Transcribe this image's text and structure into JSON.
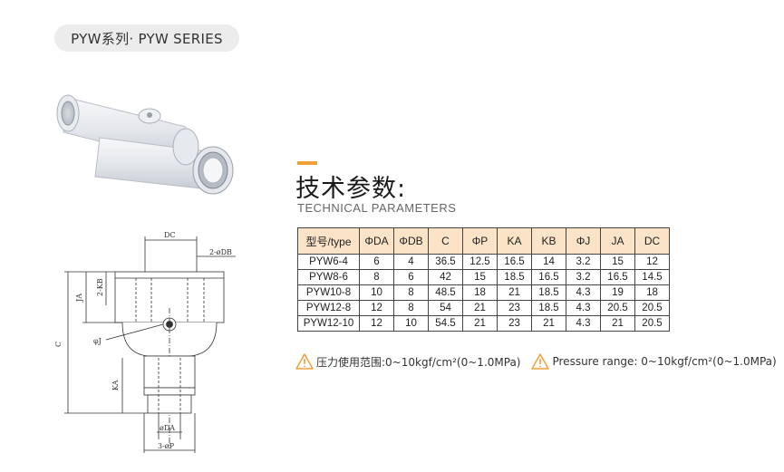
{
  "series": {
    "label": "PYW系列· PYW SERIES"
  },
  "section": {
    "title": "技术参数:",
    "subtitle": "TECHNICAL PARAMETERS"
  },
  "drawing": {
    "dc": "DC",
    "two_db": "2-øDB",
    "two_kb": "2-KB",
    "ja": "JA",
    "c": "C",
    "phi_j": "φJ",
    "ka": "KA",
    "phi_da": "øDA",
    "three_p": "3-øP"
  },
  "table": {
    "headers": [
      "型号/type",
      "ΦDA",
      "ΦDB",
      "C",
      "ΦP",
      "KA",
      "KB",
      "ΦJ",
      "JA",
      "DC"
    ],
    "rows": [
      [
        "PYW6-4",
        "6",
        "4",
        "36.5",
        "12.5",
        "16.5",
        "14",
        "3.2",
        "15",
        "12"
      ],
      [
        "PYW8-6",
        "8",
        "6",
        "42",
        "15",
        "18.5",
        "16.5",
        "3.2",
        "16.5",
        "14.5"
      ],
      [
        "PYW10-8",
        "10",
        "8",
        "48.5",
        "18",
        "21",
        "18.5",
        "4.3",
        "19",
        "18"
      ],
      [
        "PYW12-8",
        "12",
        "8",
        "54",
        "21",
        "23",
        "18.5",
        "4.3",
        "20.5",
        "20.5"
      ],
      [
        "PYW12-10",
        "12",
        "10",
        "54.5",
        "21",
        "23",
        "21",
        "4.3",
        "21",
        "20.5"
      ]
    ]
  },
  "notes": {
    "cn": "压力使用范围:0~10kgf/cm²(0~1.0MPa)",
    "en": "Pressure range: 0~10kgf/cm²(0~1.0MPa)"
  },
  "colors": {
    "accent": "#f0a03a",
    "header_bg": "#fbe3c8",
    "badge_bg": "#ececec",
    "warning": "#f0a03a"
  }
}
